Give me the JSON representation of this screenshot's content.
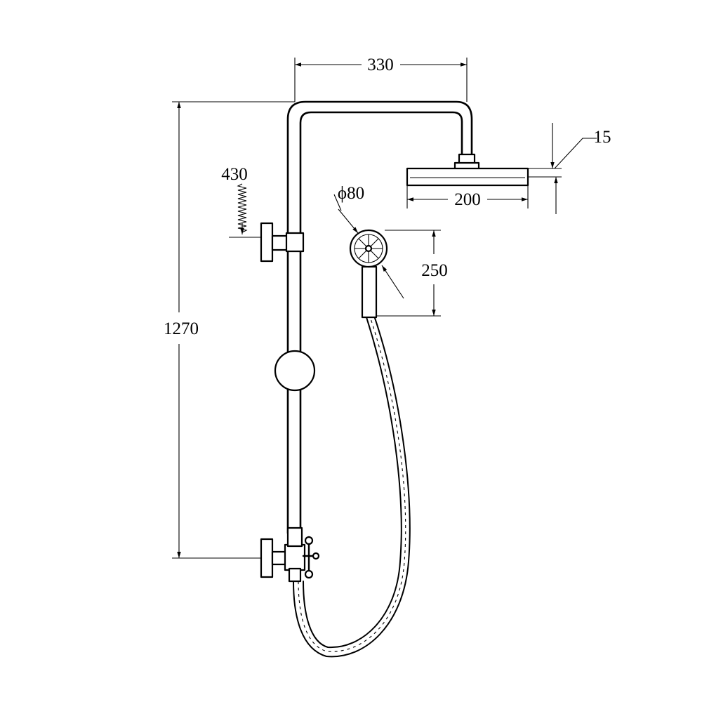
{
  "dimensions": {
    "arm_width": "330",
    "total_height": "1270",
    "adjust_range": "430",
    "head_thickness": "15",
    "head_width": "200",
    "hand_diameter": "ϕ80",
    "hand_length": "250"
  },
  "colors": {
    "line": "#000000",
    "background": "#ffffff"
  }
}
